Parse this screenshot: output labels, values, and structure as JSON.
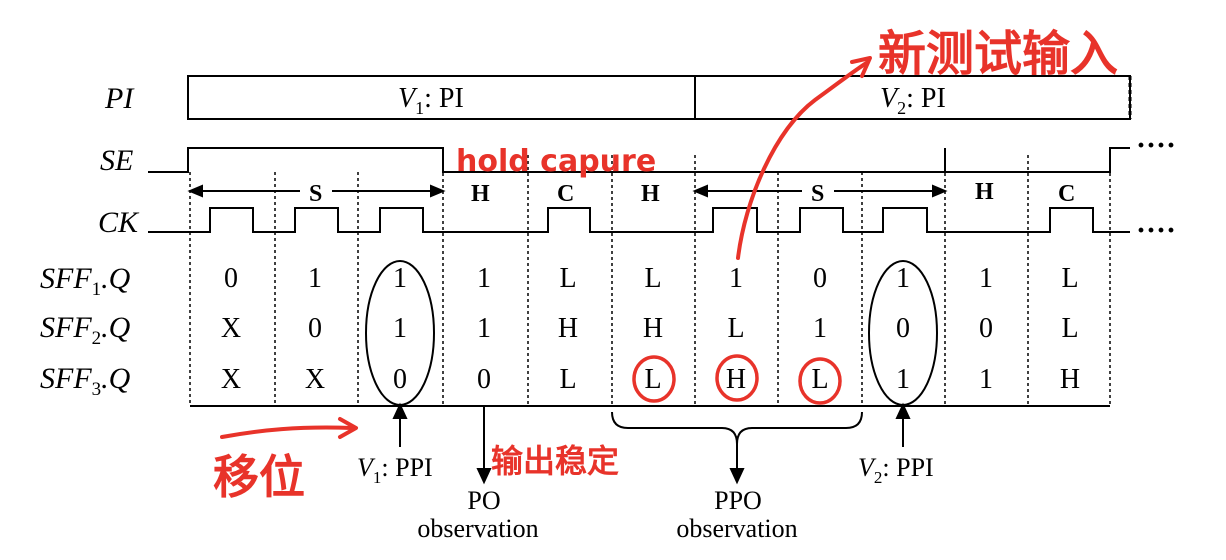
{
  "signals": {
    "pi": "PI",
    "se": "SE",
    "ck": "CK",
    "sff1": {
      "base": "SFF",
      "sub": "1",
      "suffix": ".Q"
    },
    "sff2": {
      "base": "SFF",
      "sub": "2",
      "suffix": ".Q"
    },
    "sff3": {
      "base": "SFF",
      "sub": "3",
      "suffix": ".Q"
    }
  },
  "pi_boxes": [
    {
      "v": "V",
      "sub": "1",
      "rest": ": PI"
    },
    {
      "v": "V",
      "sub": "2",
      "rest": ": PI"
    }
  ],
  "phase_labels": [
    "S",
    "H",
    "C",
    "H",
    "S",
    "H",
    "C"
  ],
  "table": {
    "sff1": [
      "0",
      "1",
      "1",
      "1",
      "L",
      "L",
      "1",
      "0",
      "1",
      "1",
      "L"
    ],
    "sff2": [
      "X",
      "0",
      "1",
      "1",
      "H",
      "H",
      "L",
      "1",
      "0",
      "0",
      "L"
    ],
    "sff3": [
      "X",
      "X",
      "0",
      "0",
      "L",
      "L",
      "H",
      "L",
      "1",
      "1",
      "H"
    ]
  },
  "bottom": {
    "v1ppi": {
      "v": "V",
      "sub": "1",
      "rest": ": PPI"
    },
    "v2ppi": {
      "v": "V",
      "sub": "2",
      "rest": ": PPI"
    },
    "po_line1": "PO",
    "po_line2": "observation",
    "ppo_line1": "PPO",
    "ppo_line2": "observation"
  },
  "annotations": {
    "hold_capture": "hold capure",
    "new_test_input": "新测试输入",
    "shift": "移位",
    "output_stable": "输出稳定"
  },
  "colors": {
    "annotation": "#e8332a",
    "ink": "#000000"
  }
}
